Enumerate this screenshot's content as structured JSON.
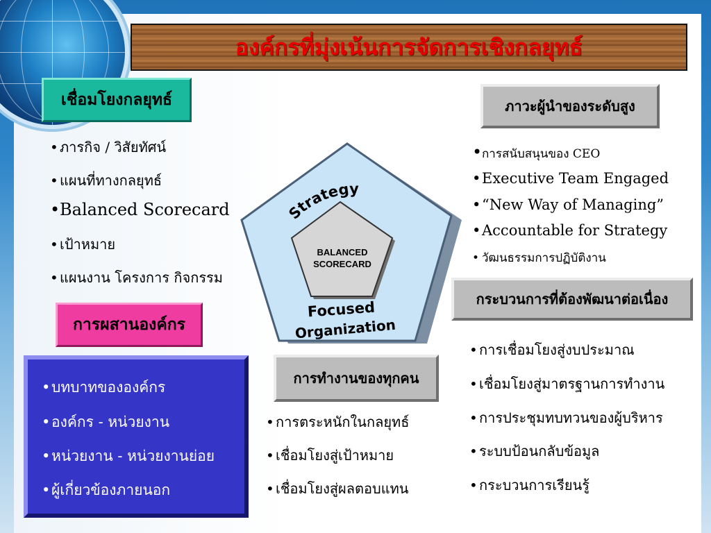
{
  "title": "องค์กรที่มุ่งเน้นการจัดการเชิงกลยุทธ์",
  "boxes": {
    "strategy_link": "เชื่อมโยงกลยุทธ์",
    "leadership": "ภาวะผู้นำของระดับสูง",
    "integration": "การผสานองค์กร",
    "process": "กระบวนการที่ต้องพัฒนาต่อเนื่อง",
    "everyone_work": "การทำงานของทุกคน"
  },
  "strategy_link_items": [
    "ภารกิจ / วิสัยทัศน์",
    "แผนที่ทางกลยุทธ์",
    "Balanced Scorecard",
    "เป้าหมาย",
    "แผนงาน โครงการ กิจกรรม"
  ],
  "leadership_items": [
    "การสนับสนุนของ CEO",
    "Executive Team Engaged",
    "“New Way of Managing”",
    "Accountable for Strategy",
    "วัฒนธรรมการปฏิบัติงาน"
  ],
  "integration_items": [
    "บทบาทขององค์กร",
    "องค์กร - หน่วยงาน",
    "หน่วยงาน - หน่วยงานย่อย",
    "ผู้เกี่ยวข้องภายนอก"
  ],
  "process_items": [
    "การเชื่อมโยงสู่งบประมาณ",
    "เชื่อมโยงสู่มาตรฐานการทำงาน",
    "การประชุมทบทวนของผู้บริหาร",
    "ระบบป้อนกลับข้อมูล",
    "กระบวนการเรียนรู้"
  ],
  "work_items": [
    "การตระหนักในกลยุทธ์",
    "เชื่อมโยงสู่เป้าหมาย",
    "เชื่อมโยงสู่ผลตอบแทน"
  ],
  "diagram": {
    "top_label": "Strategy",
    "center_line1": "BALANCED",
    "center_line2": "SCORECARD",
    "bottom_line1": "Focused",
    "bottom_line2": "Organization"
  },
  "bullet": "•",
  "colors": {
    "title_text": "#e60000",
    "green_box": "#1ab99d",
    "pink_box": "#ef3ca1",
    "gray_box": "#bcbcbc",
    "blue_panel": "#3535c8",
    "pentagon_fill": "#c9e3f7"
  }
}
